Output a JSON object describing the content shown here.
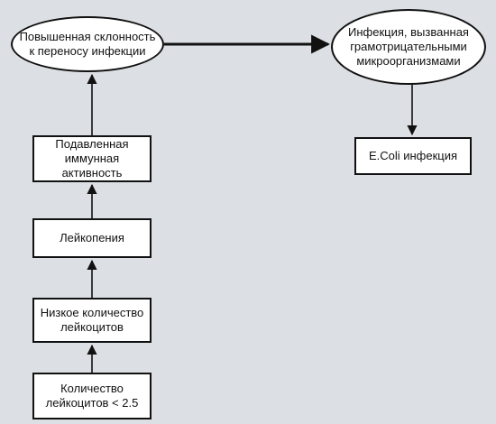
{
  "nodes": {
    "susceptibility": {
      "line1": "Повышенная склонность",
      "line2": "к переносу инфекции"
    },
    "gram_negative": {
      "line1": "Инфекция, вызванная",
      "line2": "грамотрицательными",
      "line3": "микроорганизмами"
    },
    "immune": {
      "line1": "Подавленная",
      "line2": "иммунная активность"
    },
    "leukopenia": {
      "line1": "Лейкопения"
    },
    "low_count": {
      "line1": "Низкое количество",
      "line2": "лейкоцитов"
    },
    "count_threshold": {
      "line1": "Количество",
      "line2": "лейкоцитов < 2.5"
    },
    "ecoli": {
      "line1": "E.Coli инфекция"
    }
  },
  "colors": {
    "background": "#dcdfe3",
    "node_fill": "#ffffff",
    "stroke": "#111111"
  }
}
